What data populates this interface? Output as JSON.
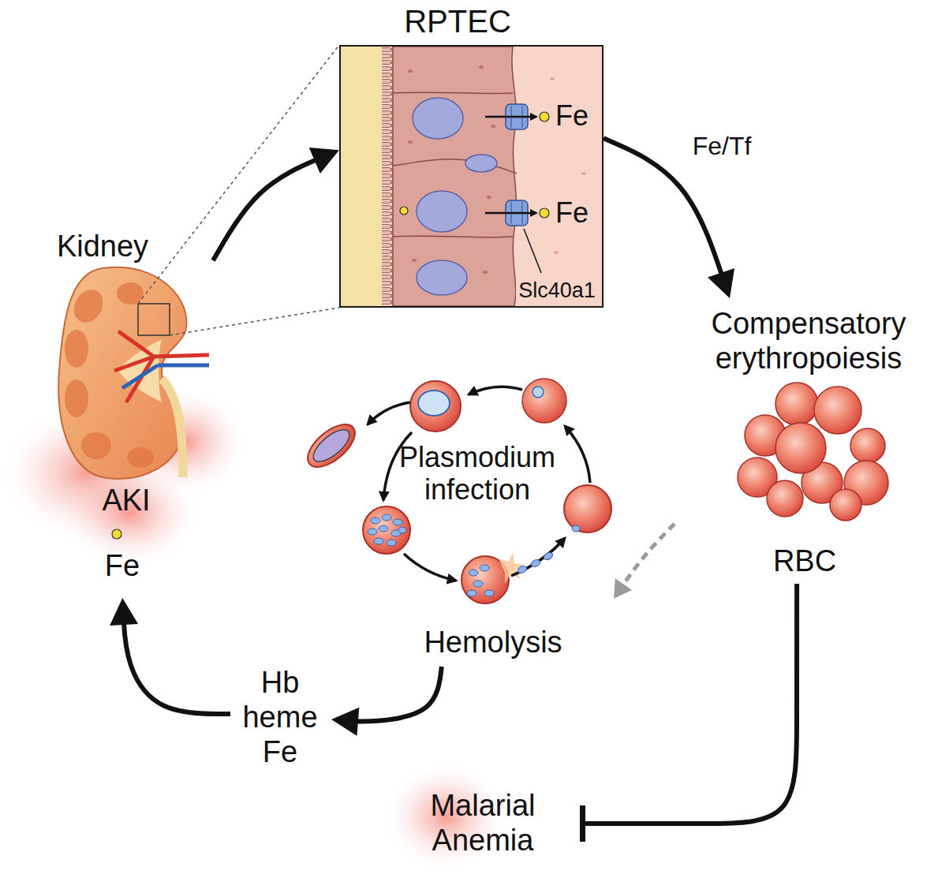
{
  "diagram": {
    "nodes": [
      {
        "text": [
          "Kidney",
          "AKI",
          "Fe"
        ]
      },
      {
        "text": [
          "RPTEC",
          "Fe",
          "Fe",
          "Slc40a1"
        ]
      },
      {
        "text": [
          "Compensatory erythropoiesis",
          "RBC"
        ]
      },
      {
        "text": [
          "Plasmodium infection",
          "Hemolysis"
        ]
      },
      {
        "text": [
          "Malarial Anemia"
        ]
      }
    ],
    "edges": [
      {
        "from": 0,
        "to": 1,
        "arrow": "to"
      },
      {
        "from": 1,
        "to": 2,
        "label": "Fe/Tf",
        "arrow": "to"
      },
      {
        "from": 2,
        "to": 3,
        "arrow": "to"
      },
      {
        "from": 2,
        "to": 4,
        "arrow": "to"
      },
      {
        "from": 3,
        "to": 0,
        "label": "Hb heme Fe",
        "arrow": "to"
      }
    ]
  }
}
